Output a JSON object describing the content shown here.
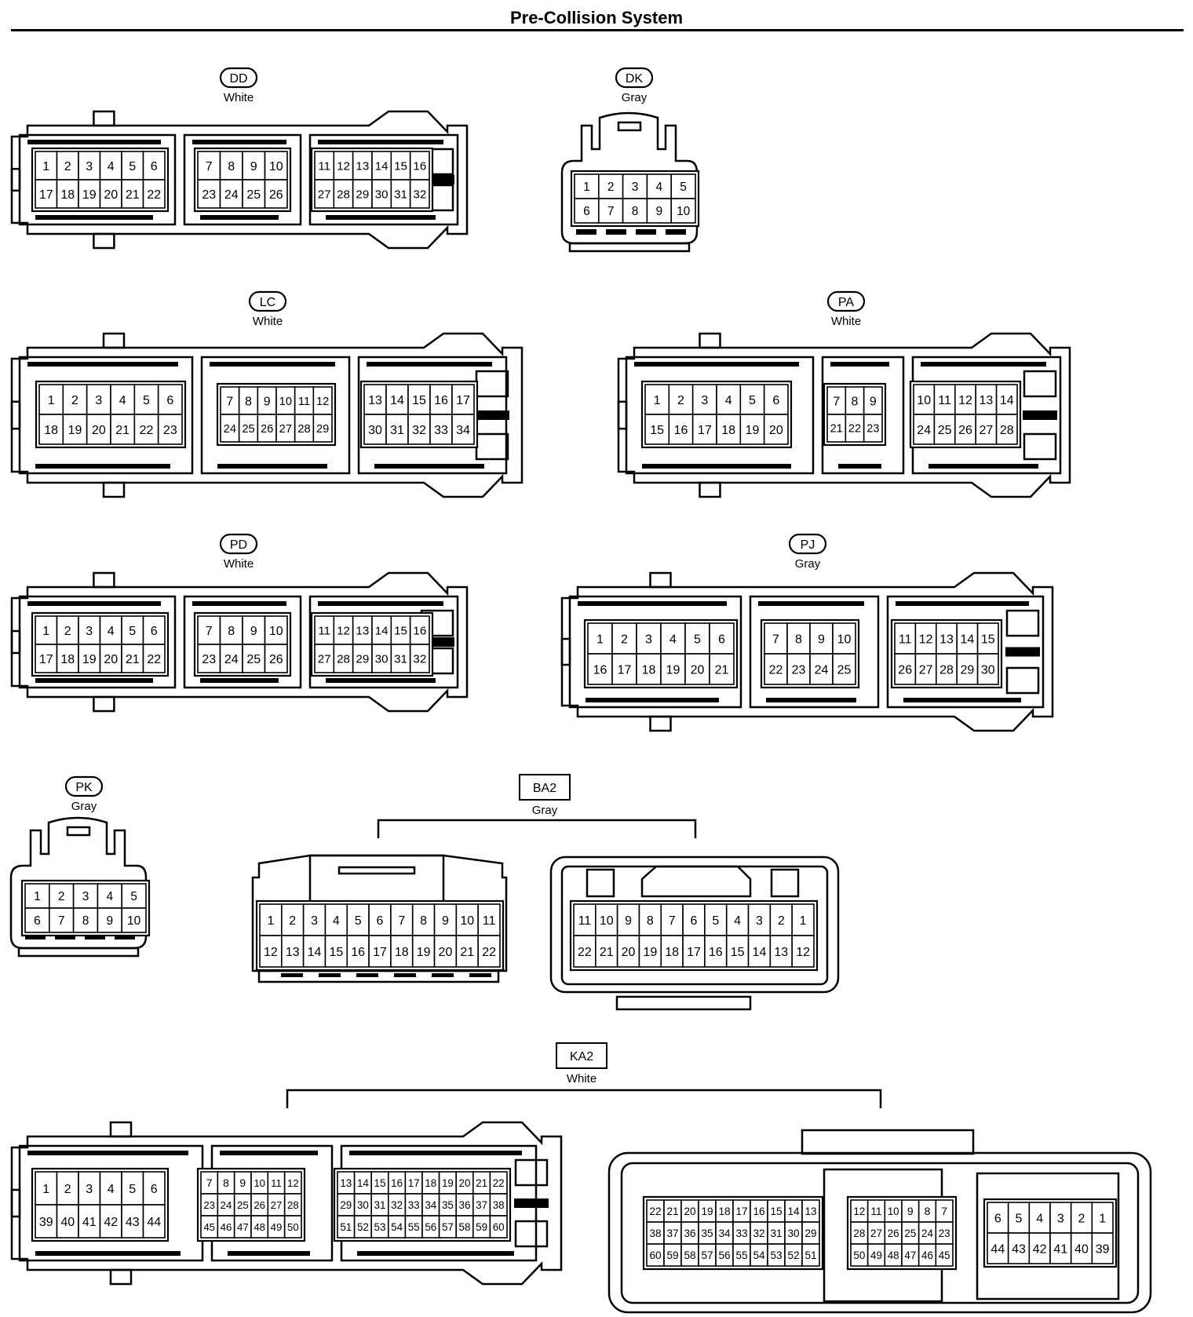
{
  "page": {
    "title": "Pre-Collision System"
  },
  "connectors": [
    {
      "id": "DD",
      "color": "White",
      "groups": [
        [
          [
            "1",
            "2",
            "3",
            "4",
            "5",
            "6"
          ],
          [
            "17",
            "18",
            "19",
            "20",
            "21",
            "22"
          ]
        ],
        [
          [
            "7",
            "8",
            "9",
            "10"
          ],
          [
            "23",
            "24",
            "25",
            "26"
          ]
        ],
        [
          [
            "11",
            "12",
            "13",
            "14",
            "15",
            "16"
          ],
          [
            "27",
            "28",
            "29",
            "30",
            "31",
            "32"
          ]
        ]
      ]
    },
    {
      "id": "DK",
      "color": "Gray",
      "groups": [
        [
          [
            "1",
            "2",
            "3",
            "4",
            "5"
          ],
          [
            "6",
            "7",
            "8",
            "9",
            "10"
          ]
        ]
      ]
    },
    {
      "id": "LC",
      "color": "White",
      "groups": [
        [
          [
            "1",
            "2",
            "3",
            "4",
            "5",
            "6"
          ],
          [
            "18",
            "19",
            "20",
            "21",
            "22",
            "23"
          ]
        ],
        [
          [
            "7",
            "8",
            "9",
            "10",
            "11",
            "12"
          ],
          [
            "24",
            "25",
            "26",
            "27",
            "28",
            "29"
          ]
        ],
        [
          [
            "13",
            "14",
            "15",
            "16",
            "17"
          ],
          [
            "30",
            "31",
            "32",
            "33",
            "34"
          ]
        ]
      ]
    },
    {
      "id": "PA",
      "color": "White",
      "groups": [
        [
          [
            "1",
            "2",
            "3",
            "4",
            "5",
            "6"
          ],
          [
            "15",
            "16",
            "17",
            "18",
            "19",
            "20"
          ]
        ],
        [
          [
            "7",
            "8",
            "9"
          ],
          [
            "21",
            "22",
            "23"
          ]
        ],
        [
          [
            "10",
            "11",
            "12",
            "13",
            "14"
          ],
          [
            "24",
            "25",
            "26",
            "27",
            "28"
          ]
        ]
      ]
    },
    {
      "id": "PD",
      "color": "White",
      "groups": [
        [
          [
            "1",
            "2",
            "3",
            "4",
            "5",
            "6"
          ],
          [
            "17",
            "18",
            "19",
            "20",
            "21",
            "22"
          ]
        ],
        [
          [
            "7",
            "8",
            "9",
            "10"
          ],
          [
            "23",
            "24",
            "25",
            "26"
          ]
        ],
        [
          [
            "11",
            "12",
            "13",
            "14",
            "15",
            "16"
          ],
          [
            "27",
            "28",
            "29",
            "30",
            "31",
            "32"
          ]
        ]
      ]
    },
    {
      "id": "PJ",
      "color": "Gray",
      "groups": [
        [
          [
            "1",
            "2",
            "3",
            "4",
            "5",
            "6"
          ],
          [
            "16",
            "17",
            "18",
            "19",
            "20",
            "21"
          ]
        ],
        [
          [
            "7",
            "8",
            "9",
            "10"
          ],
          [
            "22",
            "23",
            "24",
            "25"
          ]
        ],
        [
          [
            "11",
            "12",
            "13",
            "14",
            "15"
          ],
          [
            "26",
            "27",
            "28",
            "29",
            "30"
          ]
        ]
      ]
    },
    {
      "id": "PK",
      "color": "Gray",
      "groups": [
        [
          [
            "1",
            "2",
            "3",
            "4",
            "5"
          ],
          [
            "6",
            "7",
            "8",
            "9",
            "10"
          ]
        ]
      ]
    },
    {
      "id": "BA2",
      "color": "Gray",
      "groups": [
        [
          [
            "1",
            "2",
            "3",
            "4",
            "5",
            "6",
            "7",
            "8",
            "9",
            "10",
            "11"
          ],
          [
            "12",
            "13",
            "14",
            "15",
            "16",
            "17",
            "18",
            "19",
            "20",
            "21",
            "22"
          ]
        ],
        [
          [
            "11",
            "10",
            "9",
            "8",
            "7",
            "6",
            "5",
            "4",
            "3",
            "2",
            "1"
          ],
          [
            "22",
            "21",
            "20",
            "19",
            "18",
            "17",
            "16",
            "15",
            "14",
            "13",
            "12"
          ]
        ]
      ]
    },
    {
      "id": "KA2",
      "color": "White",
      "groups": [
        [
          [
            "1",
            "2",
            "3",
            "4",
            "5",
            "6"
          ],
          [
            "39",
            "40",
            "41",
            "42",
            "43",
            "44"
          ]
        ],
        [
          [
            "7",
            "8",
            "9",
            "10",
            "11",
            "12"
          ],
          [
            "23",
            "24",
            "25",
            "26",
            "27",
            "28"
          ],
          [
            "45",
            "46",
            "47",
            "48",
            "49",
            "50"
          ]
        ],
        [
          [
            "13",
            "14",
            "15",
            "16",
            "17",
            "18",
            "19",
            "20",
            "21",
            "22"
          ],
          [
            "29",
            "30",
            "31",
            "32",
            "33",
            "34",
            "35",
            "36",
            "37",
            "38"
          ],
          [
            "51",
            "52",
            "53",
            "54",
            "55",
            "56",
            "57",
            "58",
            "59",
            "60"
          ]
        ],
        [
          [
            "22",
            "21",
            "20",
            "19",
            "18",
            "17",
            "16",
            "15",
            "14",
            "13"
          ],
          [
            "38",
            "37",
            "36",
            "35",
            "34",
            "33",
            "32",
            "31",
            "30",
            "29"
          ],
          [
            "60",
            "59",
            "58",
            "57",
            "56",
            "55",
            "54",
            "53",
            "52",
            "51"
          ]
        ],
        [
          [
            "12",
            "11",
            "10",
            "9",
            "8",
            "7"
          ],
          [
            "28",
            "27",
            "26",
            "25",
            "24",
            "23"
          ],
          [
            "50",
            "49",
            "48",
            "47",
            "46",
            "45"
          ]
        ],
        [
          [
            "6",
            "5",
            "4",
            "3",
            "2",
            "1"
          ],
          [
            "44",
            "43",
            "42",
            "41",
            "40",
            "39"
          ]
        ]
      ]
    }
  ]
}
